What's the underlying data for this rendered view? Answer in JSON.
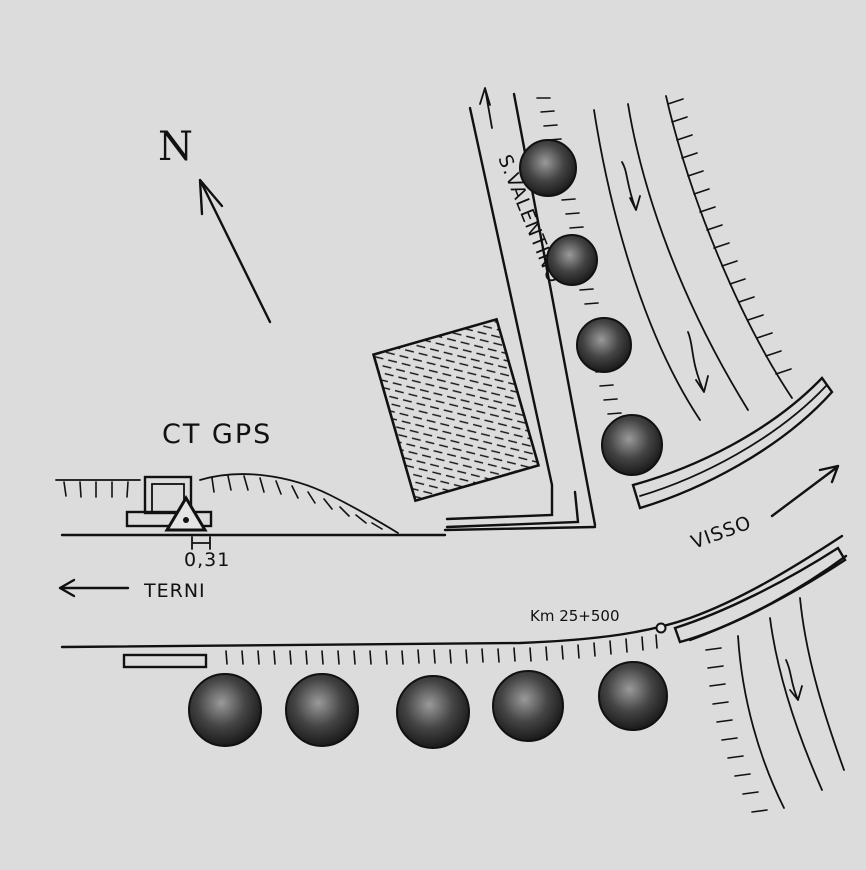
{
  "labels": {
    "north": "N",
    "station": "CT GPS",
    "distance": "0,31",
    "terni": "TERNI",
    "visso": "VISSO",
    "san_valentino": "S.VALENTINO",
    "km_marker": "Km 25+500"
  },
  "colors": {
    "background": "#dcdcdc",
    "ink": "#111111",
    "paper": "#e4e4e4"
  },
  "icons": [
    "north-arrow-icon",
    "warning-triangle-icon",
    "tree-icon",
    "river-flow-icon",
    "direction-arrow-icon"
  ]
}
